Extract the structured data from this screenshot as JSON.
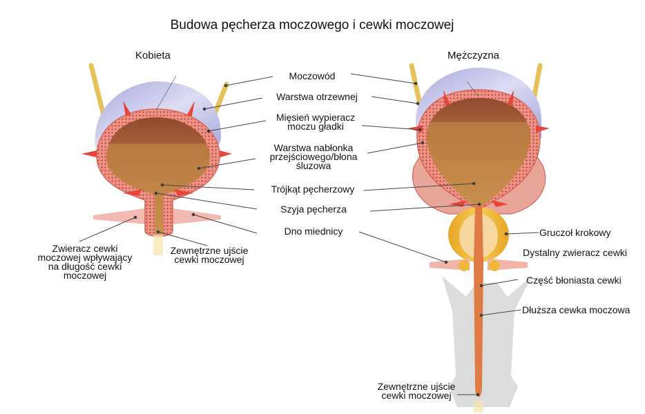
{
  "title": "Budowa pęcherza moczowego i cewki moczowej",
  "panels": {
    "female": {
      "heading": "Kobieta"
    },
    "male": {
      "heading": "Mężczyzna"
    }
  },
  "center_labels": [
    {
      "lines": [
        "Moczowód"
      ]
    },
    {
      "lines": [
        "Warstwa otrzewnej"
      ]
    },
    {
      "lines": [
        "Mięsień wypieracz",
        "moczu gładki"
      ]
    },
    {
      "lines": [
        "Warstwa nabłonka",
        "przejściowego/błona",
        "śluzowa"
      ]
    },
    {
      "lines": [
        "Trójkąt pęcherzowy"
      ]
    },
    {
      "lines": [
        "Szyja pęcherza"
      ]
    },
    {
      "lines": [
        "Dno miednicy"
      ]
    }
  ],
  "female_labels": [
    {
      "lines": [
        "Zwieracz cewki",
        "moczowej wpływający",
        "na długość cewki",
        "moczowej"
      ]
    },
    {
      "lines": [
        "Zewnętrzne ujście",
        "cewki moczowej"
      ]
    }
  ],
  "male_labels": [
    {
      "lines": [
        "Gruczoł krokowy"
      ]
    },
    {
      "lines": [
        "Dystalny zwieracz cewki"
      ]
    },
    {
      "lines": [
        "Część błoniasta cewki"
      ]
    },
    {
      "lines": [
        "Dłuższa cewka moczowa"
      ]
    },
    {
      "lines": [
        "Zewnętrzne ujście",
        "cewki moczowej"
      ]
    }
  ],
  "colors": {
    "peritoneum": "#b9b8e6",
    "muscle_wall": "#e8857a",
    "muscle_dots": "#c0392b",
    "lumen": "#b5753d",
    "lumen_top": "#9c5533",
    "ureter": "#e5c15a",
    "prostate": "#f0b93a",
    "prostate_inner": "#f6d7a0",
    "penis": "#dcdcdc",
    "urethra": "#e07a45",
    "arrow": "#e8453a",
    "leader": "#444444"
  }
}
